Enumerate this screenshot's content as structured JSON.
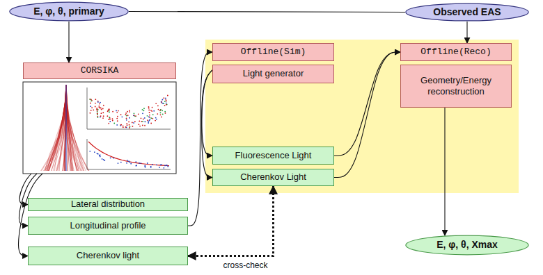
{
  "diagram": {
    "nodes": [
      {
        "text": [
          "E, φ, θ, primary"
        ]
      },
      {
        "text": [
          "Observed EAS"
        ]
      },
      {
        "text": [
          "CORSIKA"
        ]
      },
      {
        "text": [
          "Lateral distribution"
        ]
      },
      {
        "text": [
          "Longitudinal profile"
        ]
      },
      {
        "text": [
          "Cherenkov light"
        ]
      },
      {
        "text": [
          "Offline(Sim)"
        ]
      },
      {
        "text": [
          "Light generator"
        ]
      },
      {
        "text": [
          "Fluorescence Light"
        ]
      },
      {
        "text": [
          "Cherenkov Light"
        ]
      },
      {
        "text": [
          "Offline(Reco)"
        ]
      },
      {
        "text": [
          "Geometry/Energy reconstruction"
        ]
      },
      {
        "text": [
          "E, φ, θ, Xmax"
        ]
      }
    ],
    "edges": [
      {
        "from": 0,
        "to": 1,
        "arrow": "none"
      },
      {
        "from": 0,
        "to": 2,
        "arrow": "to"
      },
      {
        "from": 1,
        "to": 10,
        "arrow": "to"
      },
      {
        "from": 2,
        "to": 3,
        "arrow": "to"
      },
      {
        "from": 2,
        "to": 4,
        "arrow": "to"
      },
      {
        "from": 2,
        "to": 5,
        "arrow": "to"
      },
      {
        "from": 4,
        "to": 6,
        "arrow": "to"
      },
      {
        "from": 7,
        "to": 8,
        "arrow": "to"
      },
      {
        "from": 7,
        "to": 9,
        "arrow": "to"
      },
      {
        "from": 8,
        "to": 10,
        "arrow": "to"
      },
      {
        "from": 9,
        "to": 10,
        "arrow": "to"
      },
      {
        "from": 11,
        "to": 12,
        "arrow": "to"
      },
      {
        "from": 5,
        "to": 9,
        "label": "cross-check",
        "arrow": "both"
      }
    ]
  }
}
